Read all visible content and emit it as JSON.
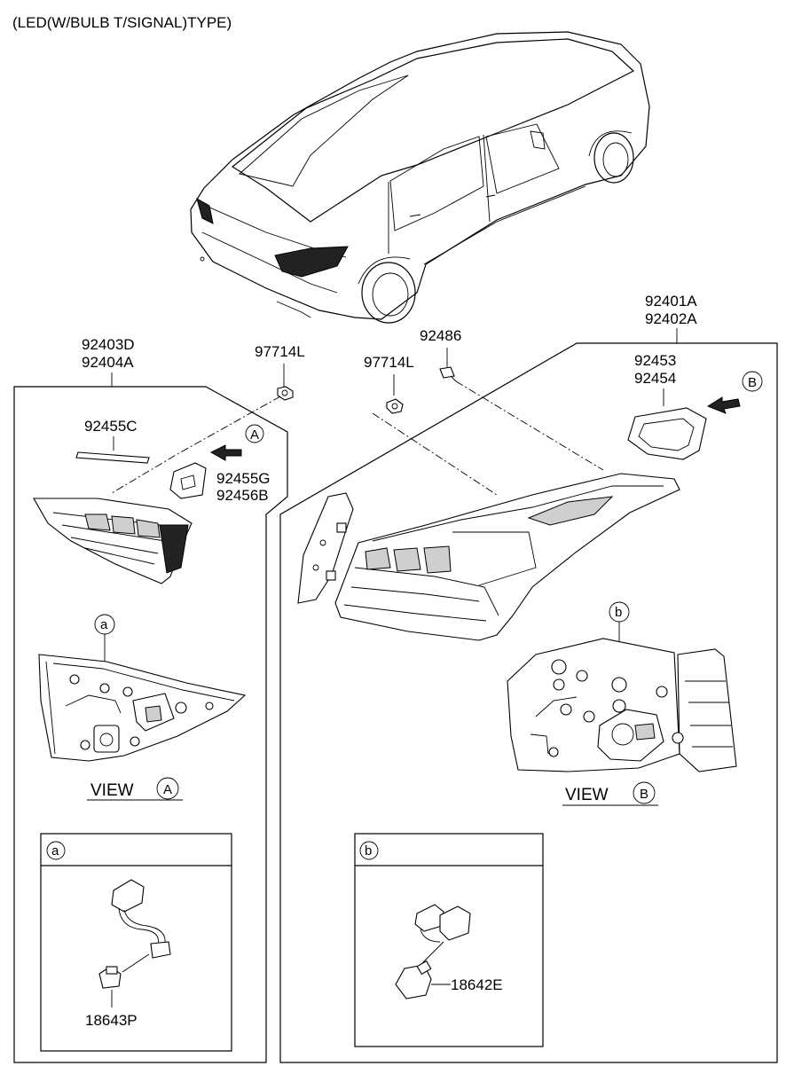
{
  "title": "(LED(W/BULB T/SIGNAL)TYPE)",
  "labels": {
    "p92403D": "92403D",
    "p92404A": "92404A",
    "p97714L_a": "97714L",
    "p97714L_b": "97714L",
    "p92486": "92486",
    "p92401A": "92401A",
    "p92402A": "92402A",
    "p92453": "92453",
    "p92454": "92454",
    "p92455C": "92455C",
    "p92455G": "92455G",
    "p92456B": "92456B",
    "p18643P": "18643P",
    "p18642E": "18642E"
  },
  "callouts": {
    "A": "A",
    "B": "B",
    "a": "a",
    "b": "b"
  },
  "views": {
    "view_a": "VIEW",
    "view_b": "VIEW"
  },
  "colors": {
    "line": "#000000",
    "background": "#ffffff",
    "dark_fill": "#222222"
  }
}
